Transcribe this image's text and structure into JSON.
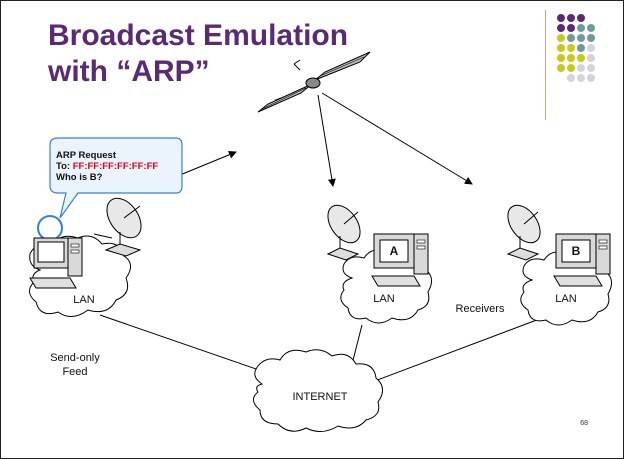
{
  "slide": {
    "title_line1": "Broadcast Emulation",
    "title_line2": "with “ARP”",
    "page_number": "68"
  },
  "bubble": {
    "line1": "ARP Request",
    "line2_prefix": "To: ",
    "line2_mac": "FF:FF:FF:FF:FF:FF",
    "line3": "Who is B?"
  },
  "labels": {
    "lan_left": "LAN",
    "lan_middle": "LAN",
    "lan_right": "LAN",
    "receivers": "Receivers",
    "send_only_line1": "Send-only",
    "send_only_line2": "Feed",
    "internet": "INTERNET",
    "host_a": "A",
    "host_b": "B"
  },
  "colors": {
    "title": "#5a2a73",
    "accent_red": "#e2001a",
    "dot_purple": "#5a2a73",
    "dot_teal": "#6f9a9a",
    "dot_yellow": "#c8c81e",
    "dot_gray": "#d4d4dd"
  }
}
